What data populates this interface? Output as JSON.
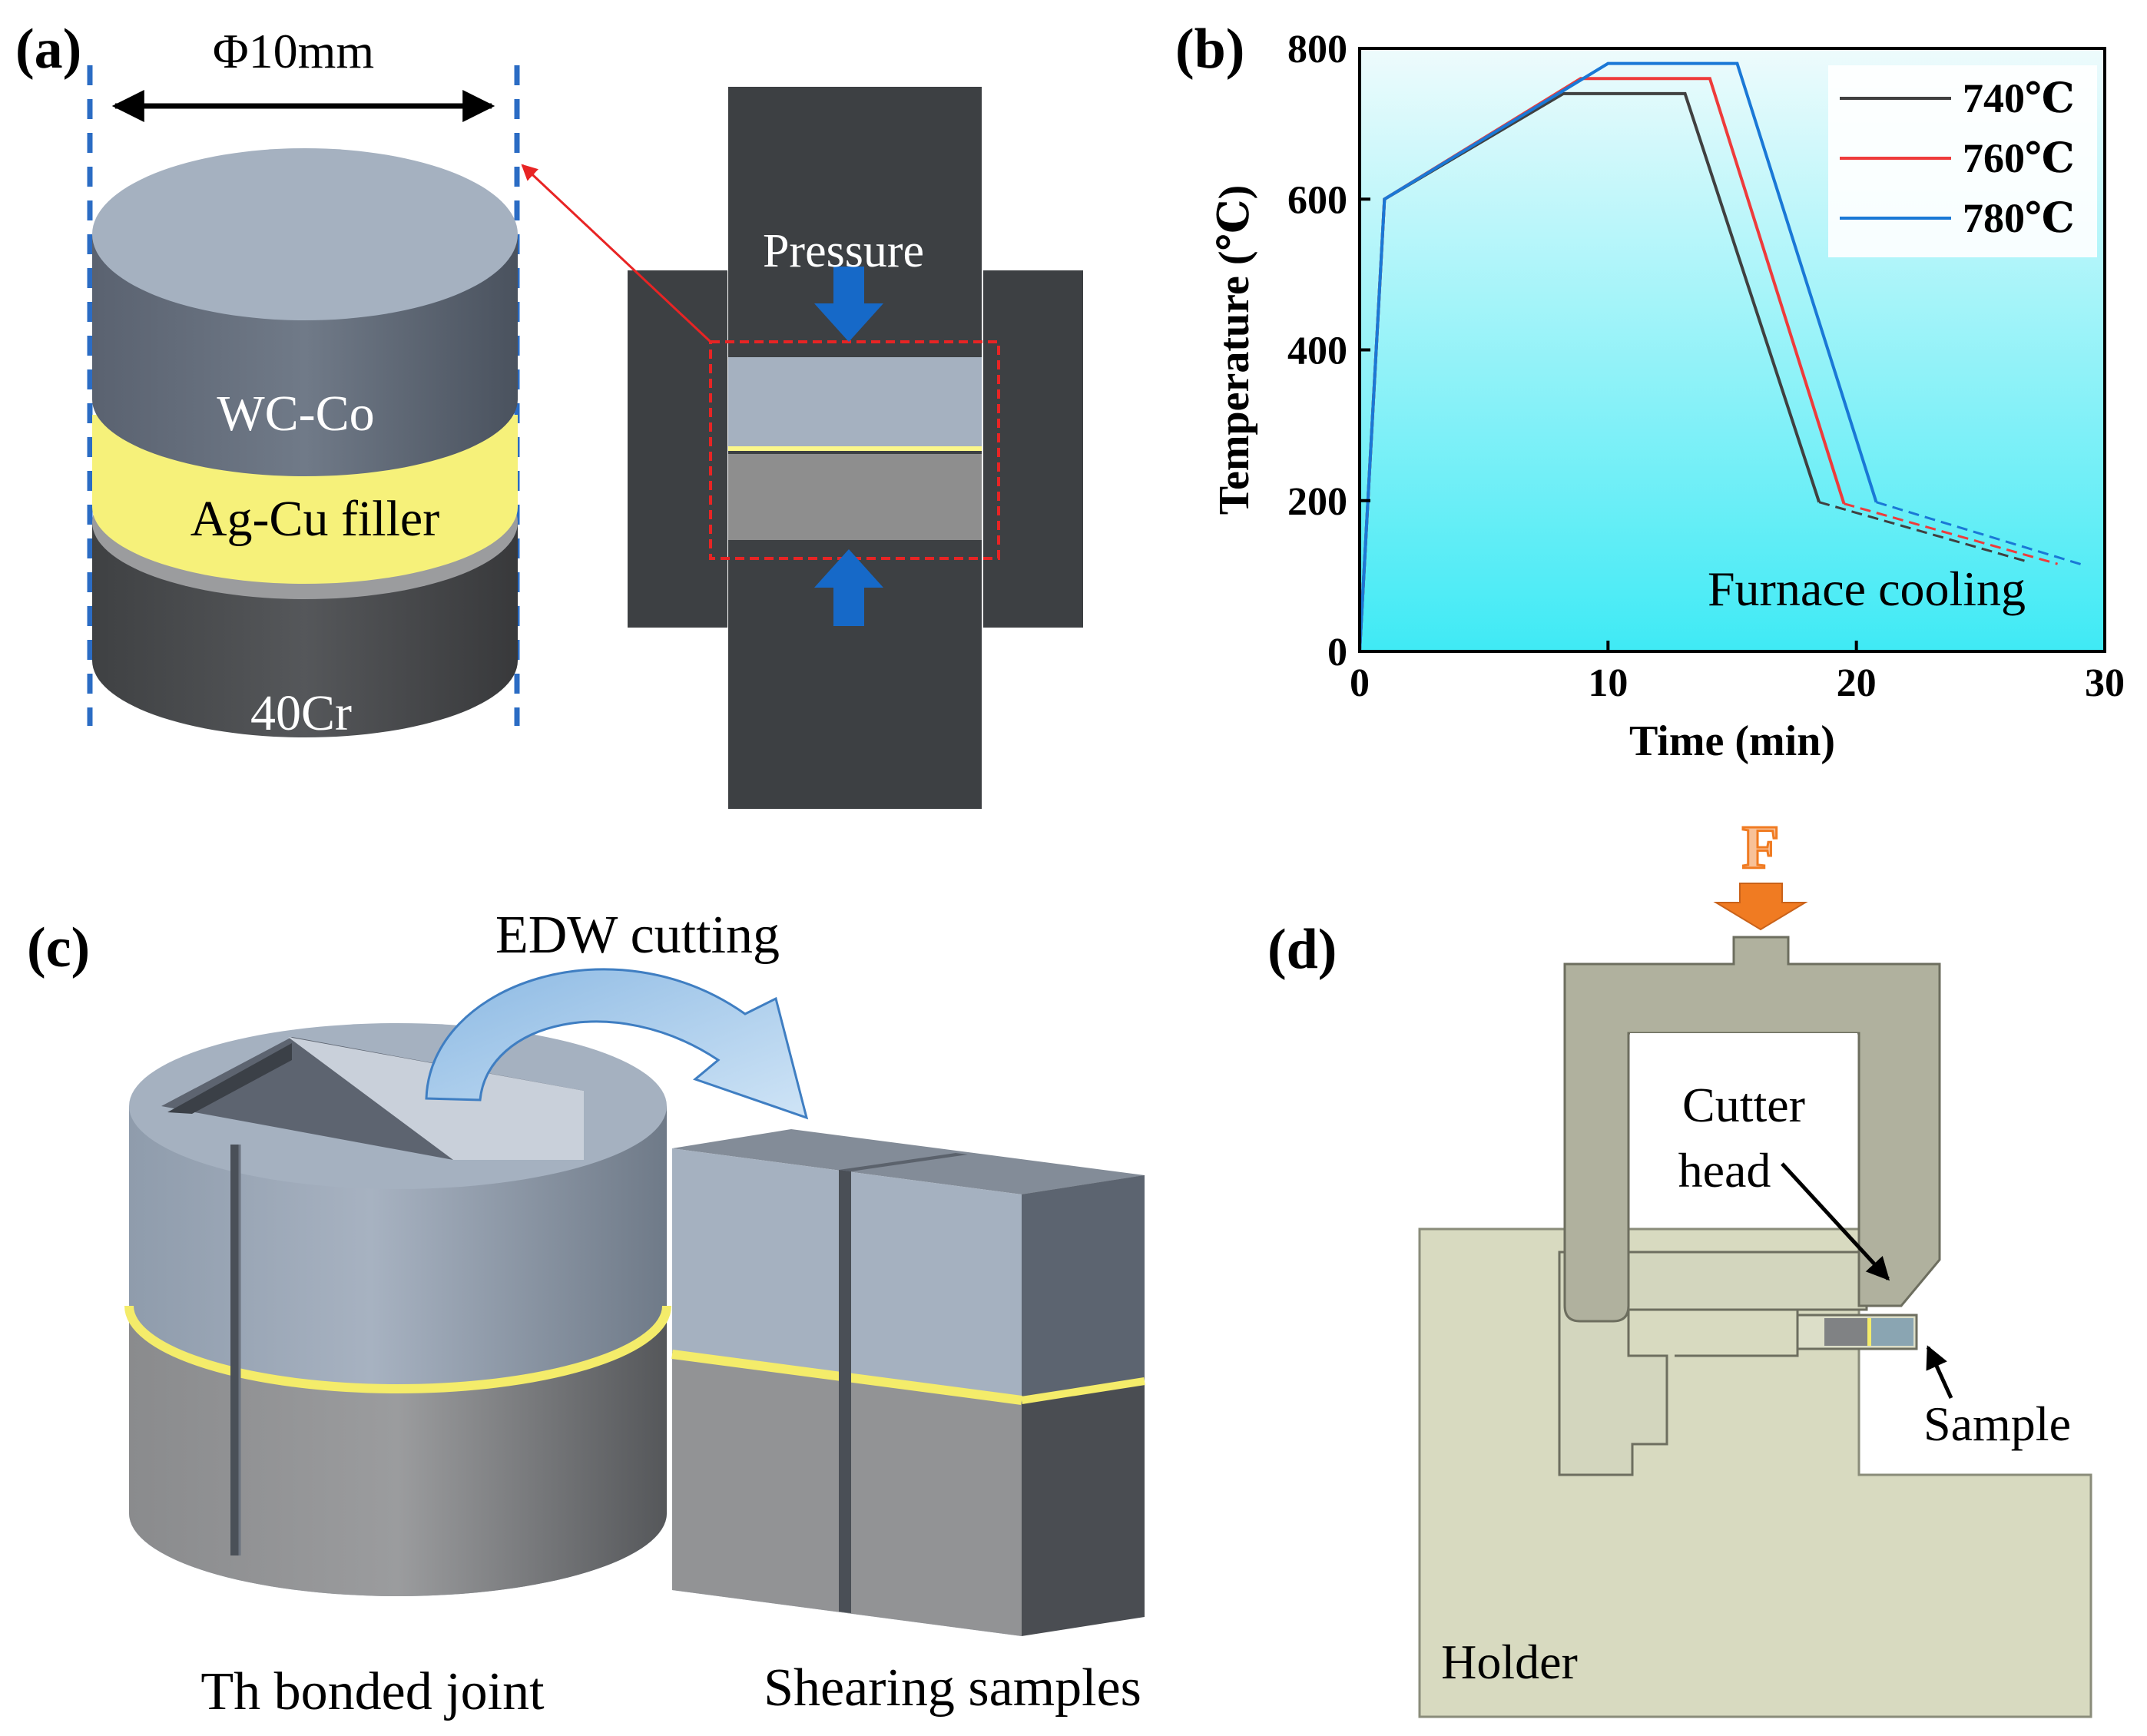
{
  "panel_a": {
    "label": "(a)",
    "diameter": "Φ10mm",
    "top_layer": "WC-Co",
    "filler_layer": "Ag-Cu filler",
    "bottom_layer": "40Cr",
    "pressure": "Pressure"
  },
  "panel_b": {
    "label": "(b)",
    "annotation": "Furnace cooling"
  },
  "panel_c": {
    "label": "(c)",
    "cutting": "EDW cutting",
    "joint_caption": "Th bonded joint",
    "samples_caption": "Shearing samples"
  },
  "panel_d": {
    "label": "(d)",
    "force": "F",
    "cutter": [
      "Cutter",
      "head"
    ],
    "sample": "Sample",
    "holder": "Holder"
  },
  "colors": {
    "wc_co": "#a5b1c0",
    "filler": "#fbf78a",
    "steel": "#8e8e8e",
    "die": "#3d4043",
    "arrow_blue": "#1669c8",
    "holder": "#d8dac0",
    "cutter": "#b0b19e",
    "force": "#f07b22",
    "plot_bg_top": "#e9f9fb",
    "plot_bg_bottom": "#43ecf6"
  },
  "chart_data": {
    "type": "line",
    "xlabel": "Time (min)",
    "ylabel": "Temperature (℃)",
    "xlim": [
      0,
      30
    ],
    "ylim": [
      0,
      800
    ],
    "xticks": [
      0,
      10,
      20,
      30
    ],
    "yticks": [
      0,
      200,
      400,
      600,
      800
    ],
    "legend_position": "top-right",
    "grid": false,
    "series": [
      {
        "name": "740℃",
        "color": "#404040",
        "x": [
          0,
          1,
          8.2,
          13.1,
          18.5
        ],
        "y": [
          0,
          600,
          740,
          740,
          198
        ],
        "dashed_x": [
          18.5,
          27
        ],
        "dashed_y": [
          198,
          118
        ]
      },
      {
        "name": "760℃",
        "color": "#ee3b3b",
        "x": [
          0,
          1,
          8.9,
          14.1,
          19.5
        ],
        "y": [
          0,
          600,
          760,
          760,
          196
        ],
        "dashed_x": [
          19.5,
          28.1
        ],
        "dashed_y": [
          196,
          116
        ]
      },
      {
        "name": "780℃",
        "color": "#1a78d6",
        "x": [
          0,
          1,
          10,
          15.2,
          20.8
        ],
        "y": [
          0,
          600,
          780,
          780,
          198
        ],
        "dashed_x": [
          20.8,
          29.2
        ],
        "dashed_y": [
          198,
          114
        ]
      }
    ]
  }
}
